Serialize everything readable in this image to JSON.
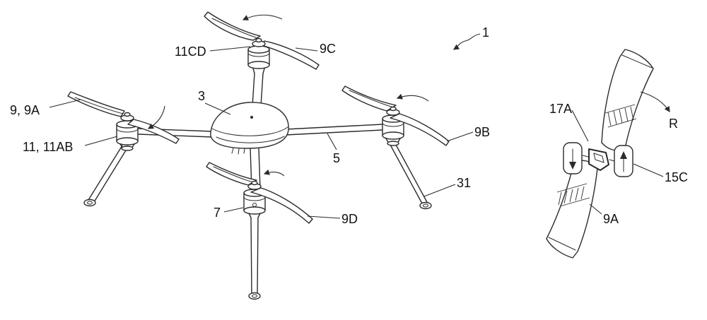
{
  "figure": {
    "kind": "patent-line-drawing",
    "colors": {
      "line": "#2b2b2b",
      "background": "#ffffff",
      "text": "#111111"
    },
    "main_view_refs": [
      "1",
      "3",
      "5",
      "7",
      "9, 9A",
      "11, 11AB",
      "11CD",
      "9C",
      "9B",
      "9D",
      "31"
    ],
    "detail_view_refs": [
      "17A",
      "R",
      "15C",
      "9A"
    ]
  },
  "labels": {
    "l_1": {
      "text": "1"
    },
    "l_3": {
      "text": "3"
    },
    "l_5": {
      "text": "5"
    },
    "l_7": {
      "text": "7"
    },
    "l_9_9a": {
      "text": "9, 9A"
    },
    "l_11_11ab": {
      "text": "11, 11AB"
    },
    "l_11cd": {
      "text": "11CD"
    },
    "l_9c": {
      "text": "9C"
    },
    "l_9b": {
      "text": "9B"
    },
    "l_9d": {
      "text": "9D"
    },
    "l_31": {
      "text": "31"
    },
    "l_17a": {
      "text": "17A"
    },
    "l_r": {
      "text": "R"
    },
    "l_15c": {
      "text": "15C"
    },
    "l_9a_detail": {
      "text": "9A"
    }
  }
}
